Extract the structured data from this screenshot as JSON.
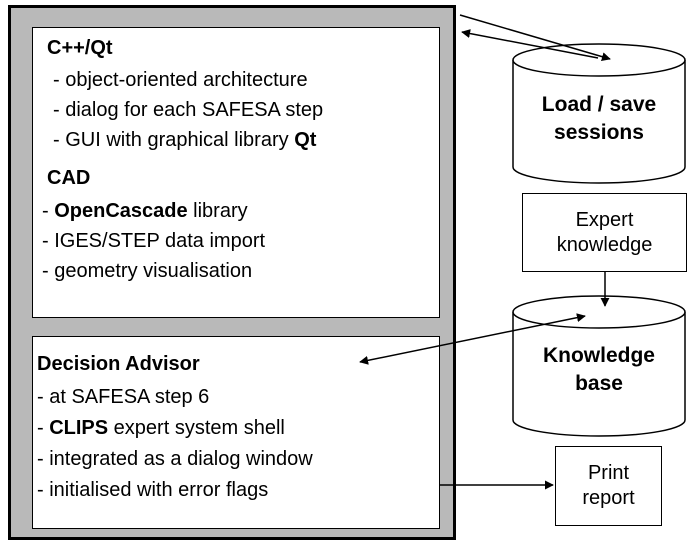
{
  "cad_panel": {
    "qt_heading": "C++/Qt",
    "qt_items": [
      "- object-oriented architecture",
      "- dialog for each SAFESA step",
      {
        "prefix": "- GUI with graphical library ",
        "bold": "Qt"
      }
    ],
    "cad_heading": "CAD",
    "cad_items": [
      {
        "prefix": "- ",
        "bold": "OpenCascade",
        "suffix": " library"
      },
      "- IGES/STEP data import",
      "- geometry visualisation"
    ]
  },
  "advisor_panel": {
    "heading": "Decision Advisor",
    "items": [
      "- at SAFESA step 6",
      {
        "prefix": "- ",
        "bold": "CLIPS",
        "suffix": " expert system shell"
      },
      "- integrated as a dialog window",
      "- initialised with error flags"
    ]
  },
  "sessions_db": {
    "line1": "Load / save",
    "line2": "sessions"
  },
  "expert_box": {
    "line1": "Expert",
    "line2": "knowledge"
  },
  "knowledge_db": {
    "line1": "Knowledge",
    "line2": "base"
  },
  "print_box": {
    "line1": "Print",
    "line2": "report"
  }
}
